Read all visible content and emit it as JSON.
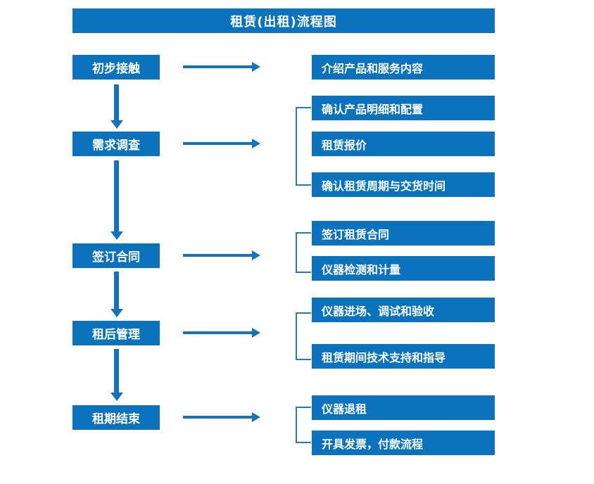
{
  "title": "租赁(出租)流程图",
  "colors": {
    "box_fill": "#0B72BE",
    "box_text": "#FFFFFF",
    "arrow": "#1572BD",
    "bracket": "#2E75B6",
    "background": "#FFFFFF"
  },
  "stages": [
    {
      "label": "初步接触"
    },
    {
      "label": "需求调查"
    },
    {
      "label": "签订合同"
    },
    {
      "label": "租后管理"
    },
    {
      "label": "租期结束"
    }
  ],
  "groups": [
    {
      "stage": "初步接触",
      "bracketed": false,
      "items": [
        {
          "label": "介绍产品和服务内容"
        }
      ]
    },
    {
      "stage": "需求调查",
      "bracketed": true,
      "items": [
        {
          "label": "确认产品明细和配置"
        },
        {
          "label": "租赁报价"
        },
        {
          "label": "确认租赁周期与交货时间"
        }
      ]
    },
    {
      "stage": "签订合同",
      "bracketed": true,
      "items": [
        {
          "label": "签订租赁合同"
        },
        {
          "label": "仪器检测和计量"
        }
      ]
    },
    {
      "stage": "租后管理",
      "bracketed": true,
      "items": [
        {
          "label": "仪器进场、调试和验收"
        },
        {
          "label": "租赁期间技术支持和指导"
        }
      ]
    },
    {
      "stage": "租期结束",
      "bracketed": true,
      "items": [
        {
          "label": "仪器退租"
        },
        {
          "label": "开具发票，付款流程"
        }
      ]
    }
  ]
}
